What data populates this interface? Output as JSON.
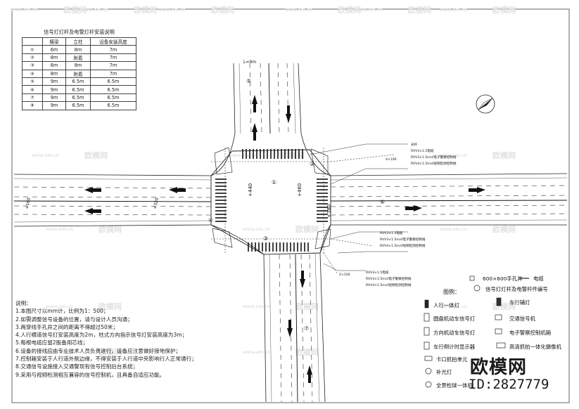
{
  "watermark": {
    "brand": "欧模网",
    "url": "www.om.cn"
  },
  "table": {
    "title": "信号灯灯杆及电警灯杆安装说明",
    "headers": [
      "",
      "横梁",
      "立柱",
      "设备安装高度"
    ],
    "rows": [
      [
        "①",
        "6m",
        "8m",
        "7m"
      ],
      [
        "②",
        "8m",
        "附着",
        "7m"
      ],
      [
        "③",
        "6m",
        "8m",
        "7m"
      ],
      [
        "④",
        "8m",
        "附着",
        "7m"
      ],
      [
        "⑤",
        "9m",
        "6.5m",
        "6.5m"
      ],
      [
        "⑥",
        "9m",
        "6.5m",
        "6.5m"
      ],
      [
        "⑦",
        "9m",
        "6.5m",
        "6.5m"
      ],
      [
        "⑧",
        "9m",
        "6.5m",
        "6.5m"
      ]
    ]
  },
  "notes": [
    "说明：",
    "1.本图尺寸以mm计，比例为1：500；",
    "2.如需调整信号设备的位置，请与设计人员沟通；",
    "3.两穿线手孔井之间的距离不得超过50米；",
    "4.人行横道信号灯安装高度为2m，柱式方向指示信号灯安装高度为3m；",
    "5.每根电缆应留2股备用芯线；",
    "6.设备的接线应由专业技术人员负责进行，设备应注意做好接地保护；",
    "7.控制箱安装于人行道外侧边缘，不得安装于人行道中央影响行人正常通行；",
    "8.交通信号设施接入交通警现有信号控制后台系统；",
    "9.采用与视频检测相互兼容的信号控制机，且具备自适应功能。"
  ],
  "legend": {
    "title": "图例：",
    "items": [
      {
        "label": "600×600手孔井",
        "icon": "handhole-icon"
      },
      {
        "label": "电缆",
        "icon": "cable-line-icon"
      },
      {
        "label": "信号灯灯杆及电警杆件编号",
        "icon": "pole-number-icon"
      },
      {
        "label": "人行一体灯",
        "icon": "pedestrian-signal-icon"
      },
      {
        "label": "车行辅灯",
        "icon": "auxiliary-signal-icon"
      },
      {
        "label": "圆盘机动车信号灯",
        "icon": "disc-signal-icon"
      },
      {
        "label": "交通信号机",
        "icon": "signal-controller-icon"
      },
      {
        "label": "方向机动车信号灯",
        "icon": "arrow-signal-icon"
      },
      {
        "label": "电子警察控制机箱",
        "icon": "police-box-icon"
      },
      {
        "label": "车行倒计时显示器",
        "icon": "countdown-icon"
      },
      {
        "label": "高清抓拍一体化摄像机",
        "icon": "hd-camera-icon"
      },
      {
        "label": "卡口抓拍单元",
        "icon": "checkpoint-camera-icon"
      },
      {
        "label": "补光灯",
        "icon": "fill-light-icon"
      },
      {
        "label": "全景检球一体机",
        "icon": "panoramic-camera-icon"
      }
    ]
  },
  "plan": {
    "pole_labels": [
      "①",
      "②",
      "③",
      "④",
      "⑤",
      "⑥",
      "⑦"
    ],
    "elevations": [
      "+440",
      "+460",
      "+380"
    ],
    "road_width": "L=9m",
    "cable_labels": [
      "光纤",
      "RVV3×1.5电缆",
      "RVV3×1.5m㎡电子警察控制线",
      "RVV4×1.5m㎡视频检测控制线",
      "4×100",
      "2×100"
    ],
    "west_marks": [
      "+160",
      "+320"
    ]
  },
  "brand": {
    "name": "欧模网",
    "id": "ID:2827779"
  }
}
